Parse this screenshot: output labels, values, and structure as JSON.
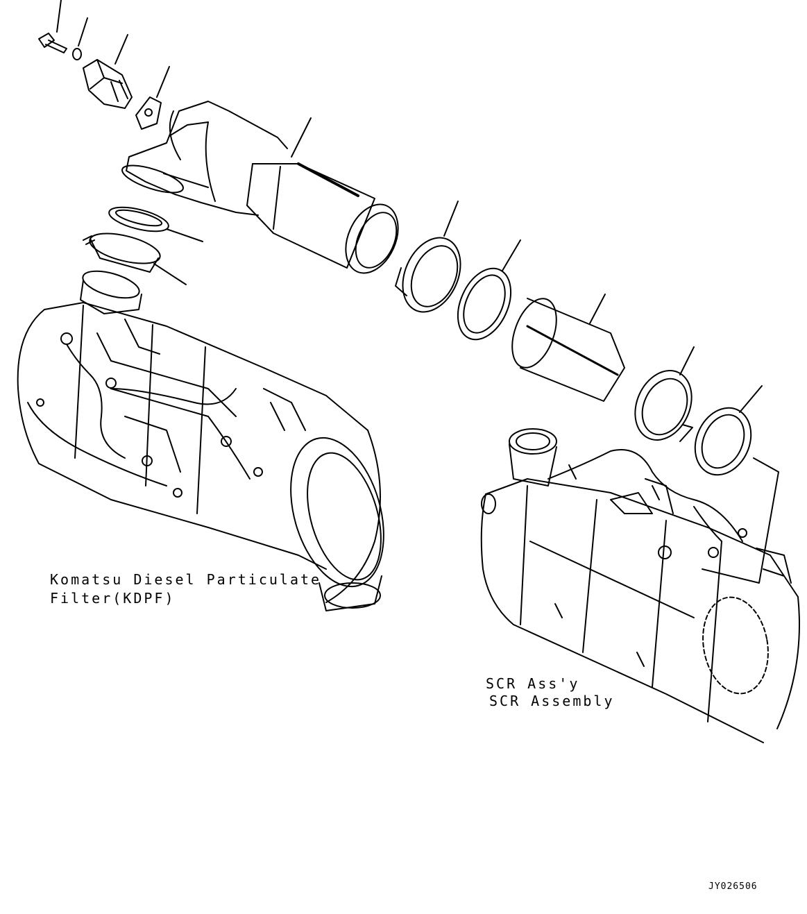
{
  "labels": {
    "kdpf_line1": "Komatsu Diesel Particulate",
    "kdpf_line2": "Filter(KDPF)",
    "scr_line1": "SCR Ass'y",
    "scr_line2": "SCR Assembly"
  },
  "drawing_code": "JY026506",
  "colors": {
    "ink": "#000000",
    "paper": "#ffffff"
  }
}
